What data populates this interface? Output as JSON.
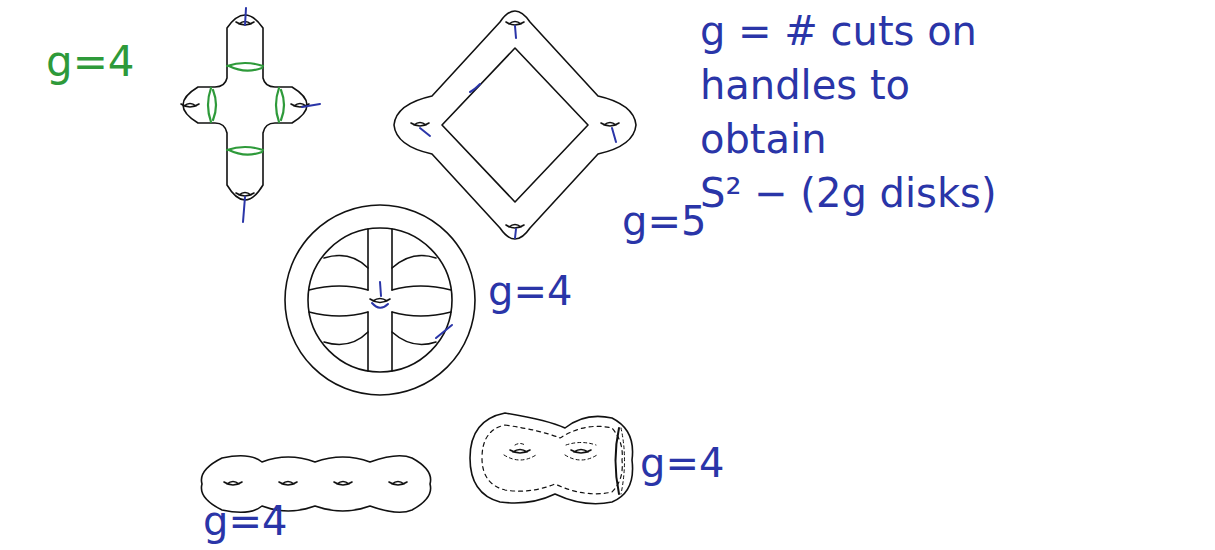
{
  "diagram": {
    "labels": [
      "g=4",
      "g=5",
      "g = # cuts on handles to obtain S² − (2g disks)",
      "g=4",
      "g=4",
      "g=4"
    ]
  }
}
